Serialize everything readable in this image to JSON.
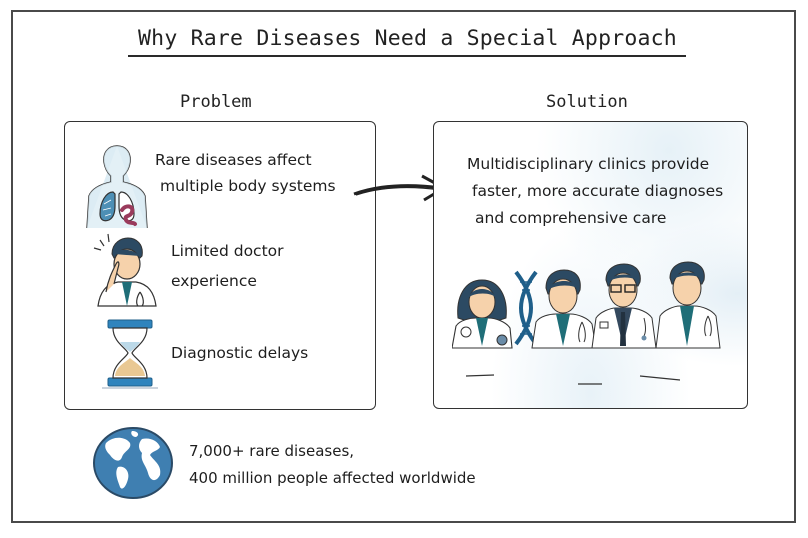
{
  "title": "Why Rare Diseases Need a Special Approach",
  "problem": {
    "heading": "Problem",
    "items": [
      {
        "icon": "human-body-lungs-icon",
        "lines": [
          "Rare diseases affect",
          "multiple body systems"
        ]
      },
      {
        "icon": "confused-doctor-icon",
        "lines": [
          "Limited doctor",
          "experience"
        ]
      },
      {
        "icon": "hourglass-icon",
        "lines": [
          "Diagnostic delays"
        ]
      }
    ]
  },
  "arrow": {
    "icon": "right-arrow-icon"
  },
  "solution": {
    "heading": "Solution",
    "lines": [
      "Multidisciplinary clinics provide",
      "faster, more accurate diagnoses",
      "and comprehensive care"
    ],
    "illustration": "doctor-team-with-dna-icon"
  },
  "stat": {
    "icon": "globe-icon",
    "lines": [
      "7,000+ rare diseases,",
      "400 million people affected worldwide"
    ]
  },
  "colors": {
    "outline": "#333333",
    "accent_blue": "#2f6f9e",
    "light_blue": "#d9eaf3",
    "skin": "#f6d2ab",
    "teal": "#1f6e78",
    "hair": "#2c4a63",
    "organ_red": "#9a3b5c",
    "sand": "#e9c893"
  }
}
